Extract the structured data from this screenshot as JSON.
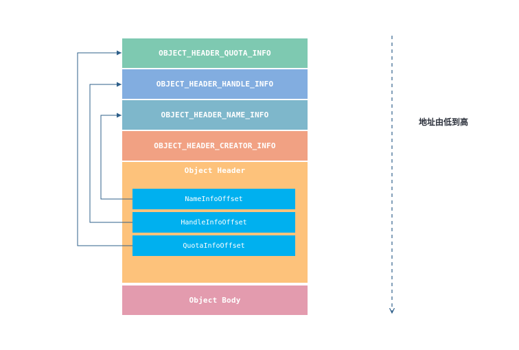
{
  "blocks": {
    "quota_info": "OBJECT_HEADER_QUOTA_INFO",
    "handle_info": "OBJECT_HEADER_HANDLE_INFO",
    "name_info": "OBJECT_HEADER_NAME_INFO",
    "creator_info": "OBJECT_HEADER_CREATOR_INFO",
    "object_header": "Object Header",
    "object_body": "Object Body"
  },
  "fields": {
    "name_info_offset": "NameInfoOffset",
    "handle_info_offset": "HandleInfoOffset",
    "quota_info_offset": "QuotaInfoOffset"
  },
  "address_label": "地址由低到高",
  "colors": {
    "quota_info": "#7ec9b1",
    "handle_info": "#82ade0",
    "name_info": "#7eb7cb",
    "creator_info": "#f1a183",
    "object_header": "#fdc27b",
    "object_body": "#e39bae",
    "offset_field": "#00b0ef",
    "arrow": "#2e5f8a"
  }
}
